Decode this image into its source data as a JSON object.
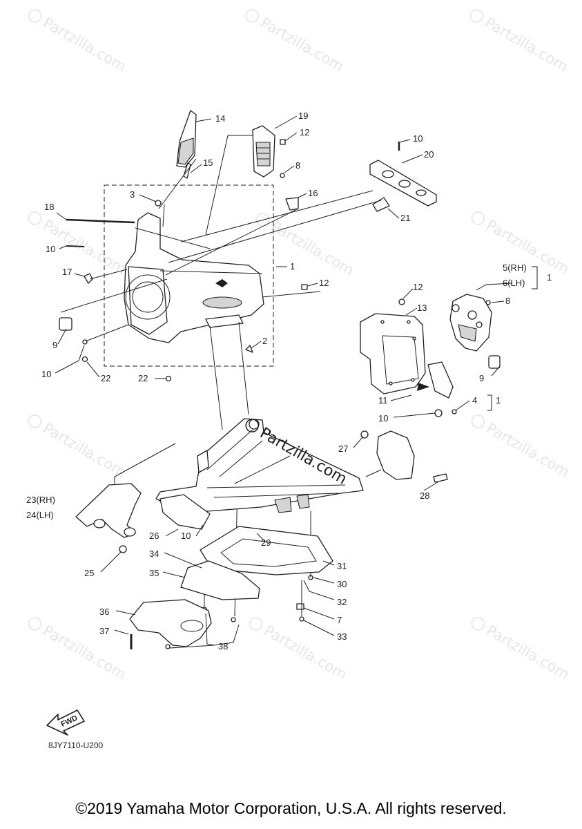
{
  "watermark": "Partzilla.com",
  "center_watermark": "Partzilla.com",
  "fwd_label": "FWD",
  "diagram_code": "8JY7110-U200",
  "copyright": "©2019 Yamaha Motor Corporation, U.S.A. All rights reserved.",
  "callouts": [
    {
      "id": "c14",
      "text": "14"
    },
    {
      "id": "c19",
      "text": "19"
    },
    {
      "id": "c12a",
      "text": "12"
    },
    {
      "id": "c10a",
      "text": "10"
    },
    {
      "id": "c15",
      "text": "15"
    },
    {
      "id": "c20",
      "text": "20"
    },
    {
      "id": "c8a",
      "text": "8"
    },
    {
      "id": "c3",
      "text": "3"
    },
    {
      "id": "c16",
      "text": "16"
    },
    {
      "id": "c18",
      "text": "18"
    },
    {
      "id": "c21",
      "text": "21"
    },
    {
      "id": "c10b",
      "text": "10"
    },
    {
      "id": "c1a",
      "text": "1"
    },
    {
      "id": "c17",
      "text": "17"
    },
    {
      "id": "c5",
      "text": "5(RH)"
    },
    {
      "id": "c6",
      "text": "6(LH)"
    },
    {
      "id": "c1b",
      "text": "1"
    },
    {
      "id": "c12b",
      "text": "12"
    },
    {
      "id": "c12c",
      "text": "12"
    },
    {
      "id": "c8b",
      "text": "8"
    },
    {
      "id": "c13",
      "text": "13"
    },
    {
      "id": "c2",
      "text": "2"
    },
    {
      "id": "c9a",
      "text": "9"
    },
    {
      "id": "c10c",
      "text": "10"
    },
    {
      "id": "c22a",
      "text": "22"
    },
    {
      "id": "c22b",
      "text": "22"
    },
    {
      "id": "c9b",
      "text": "9"
    },
    {
      "id": "c11",
      "text": "11"
    },
    {
      "id": "c4",
      "text": "4"
    },
    {
      "id": "c1c",
      "text": "1"
    },
    {
      "id": "c10d",
      "text": "10"
    },
    {
      "id": "c27",
      "text": "27"
    },
    {
      "id": "c23",
      "text": "23(RH)"
    },
    {
      "id": "c24",
      "text": "24(LH)"
    },
    {
      "id": "c28",
      "text": "28"
    },
    {
      "id": "c26",
      "text": "26"
    },
    {
      "id": "c10e",
      "text": "10"
    },
    {
      "id": "c29",
      "text": "29"
    },
    {
      "id": "c34",
      "text": "34"
    },
    {
      "id": "c25",
      "text": "25"
    },
    {
      "id": "c31",
      "text": "31"
    },
    {
      "id": "c35",
      "text": "35"
    },
    {
      "id": "c30",
      "text": "30"
    },
    {
      "id": "c32",
      "text": "32"
    },
    {
      "id": "c36",
      "text": "36"
    },
    {
      "id": "c7",
      "text": "7"
    },
    {
      "id": "c37",
      "text": "37"
    },
    {
      "id": "c33",
      "text": "33"
    },
    {
      "id": "c38",
      "text": "38"
    }
  ]
}
